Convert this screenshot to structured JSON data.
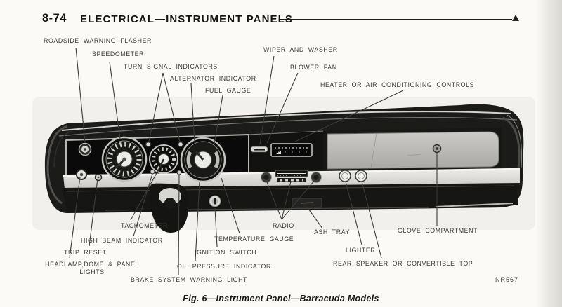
{
  "page": {
    "page_number": "8-74",
    "section_title": "ELECTRICAL—INSTRUMENT PANELS",
    "figure_caption": "Fig. 6—Instrument Panel—Barracuda Models",
    "figure_code": "NR567"
  },
  "diagram": {
    "subject": "Instrument Panel — Barracuda Models",
    "callouts": [
      {
        "id": "roadside-warning-flasher",
        "label": "ROADSIDE WARNING FLASHER"
      },
      {
        "id": "speedometer",
        "label": "SPEEDOMETER"
      },
      {
        "id": "turn-signal-indicators",
        "label": "TURN SIGNAL INDICATORS"
      },
      {
        "id": "alternator-indicator",
        "label": "ALTERNATOR INDICATOR"
      },
      {
        "id": "fuel-gauge",
        "label": "FUEL GAUGE"
      },
      {
        "id": "wiper-and-washer",
        "label": "WIPER AND WASHER"
      },
      {
        "id": "blower-fan",
        "label": "BLOWER FAN"
      },
      {
        "id": "heater-or-air-conditioning-controls",
        "label": "HEATER OR AIR CONDITIONING CONTROLS"
      },
      {
        "id": "tachometer",
        "label": "TACHOMETER"
      },
      {
        "id": "high-beam-indicator",
        "label": "HIGH BEAM INDICATOR"
      },
      {
        "id": "trip-reset",
        "label": "TRIP RESET"
      },
      {
        "id": "headlamp-dome-panel-lights",
        "label": "HEADLAMP,DOME & PANEL",
        "label2": "LIGHTS"
      },
      {
        "id": "oil-pressure-indicator",
        "label": "OIL PRESSURE INDICATOR"
      },
      {
        "id": "brake-system-warning-light",
        "label": "BRAKE SYSTEM WARNING LIGHT"
      },
      {
        "id": "ignition-switch",
        "label": "IGNITION SWITCH"
      },
      {
        "id": "temperature-gauge",
        "label": "TEMPERATURE GAUGE"
      },
      {
        "id": "radio",
        "label": "RADIO"
      },
      {
        "id": "ash-tray",
        "label": "ASH TRAY"
      },
      {
        "id": "glove-compartment",
        "label": "GLOVE COMPARTMENT"
      },
      {
        "id": "lighter",
        "label": "LIGHTER"
      },
      {
        "id": "rear-speaker-or-convertible-top",
        "label": "REAR SPEAKER OR CONVERTIBLE TOP"
      }
    ],
    "colors": {
      "paper": "#fbfaf6",
      "ink": "#1e1e1d",
      "label_ink": "#3b3b38",
      "dash_body": "#1b1b1a",
      "panel_light": "#d6d5d1",
      "glove_door": "#bcbbb7"
    }
  }
}
